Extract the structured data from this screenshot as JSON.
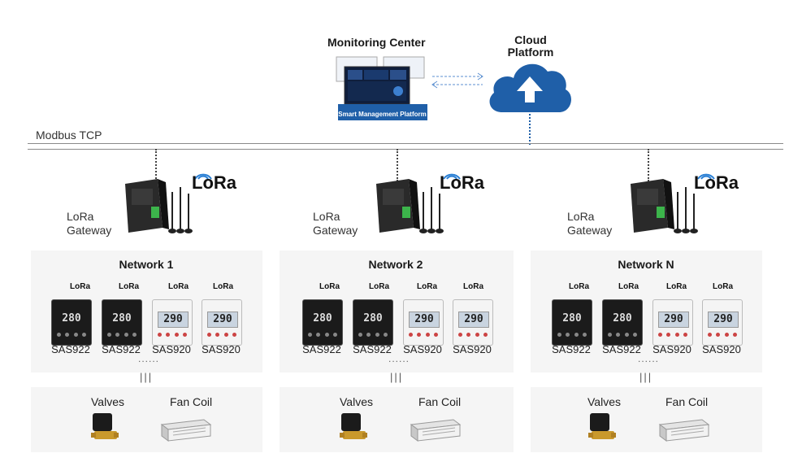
{
  "header": {
    "monitoring_center": "Monitoring Center",
    "cloud_line1": "Cloud",
    "cloud_line2": "Platform",
    "smart_platform": "Smart Management Platform"
  },
  "bus": {
    "label": "Modbus TCP"
  },
  "gateways": [
    {
      "label_line1": "LoRa",
      "label_line2": "Gateway",
      "logo": "LoRa"
    },
    {
      "label_line1": "LoRa",
      "label_line2": "Gateway",
      "logo": "LoRa"
    },
    {
      "label_line1": "LoRa",
      "label_line2": "Gateway",
      "logo": "LoRa"
    }
  ],
  "networks": [
    {
      "title": "Network 1",
      "devices": [
        {
          "model": "SAS922",
          "style": "dark",
          "reading": "280",
          "logo": "LoRa"
        },
        {
          "model": "SAS922",
          "style": "dark",
          "reading": "280",
          "logo": "LoRa"
        },
        {
          "model": "SAS920",
          "style": "light",
          "reading": "290",
          "logo": "LoRa"
        },
        {
          "model": "SAS920",
          "style": "light",
          "reading": "290",
          "logo": "LoRa"
        }
      ],
      "dots": "......",
      "bars": "|||",
      "valves": "Valves",
      "fan_coil": "Fan Coil"
    },
    {
      "title": "Network 2",
      "devices": [
        {
          "model": "SAS922",
          "style": "dark",
          "reading": "280",
          "logo": "LoRa"
        },
        {
          "model": "SAS922",
          "style": "dark",
          "reading": "280",
          "logo": "LoRa"
        },
        {
          "model": "SAS920",
          "style": "light",
          "reading": "290",
          "logo": "LoRa"
        },
        {
          "model": "SAS920",
          "style": "light",
          "reading": "290",
          "logo": "LoRa"
        }
      ],
      "dots": "......",
      "bars": "|||",
      "valves": "Valves",
      "fan_coil": "Fan Coil"
    },
    {
      "title": "Network N",
      "devices": [
        {
          "model": "SAS922",
          "style": "dark",
          "reading": "280",
          "logo": "LoRa"
        },
        {
          "model": "SAS922",
          "style": "dark",
          "reading": "280",
          "logo": "LoRa"
        },
        {
          "model": "SAS920",
          "style": "light",
          "reading": "290",
          "logo": "LoRa"
        },
        {
          "model": "SAS920",
          "style": "light",
          "reading": "290",
          "logo": "LoRa"
        }
      ],
      "dots": "......",
      "bars": "|||",
      "valves": "Valves",
      "fan_coil": "Fan Coil"
    }
  ],
  "colors": {
    "cloud_blue": "#1f5fa8",
    "link_blue": "#5b8fd0",
    "bus_gray": "#8a8a8a",
    "panel_bg": "#f5f5f5"
  }
}
